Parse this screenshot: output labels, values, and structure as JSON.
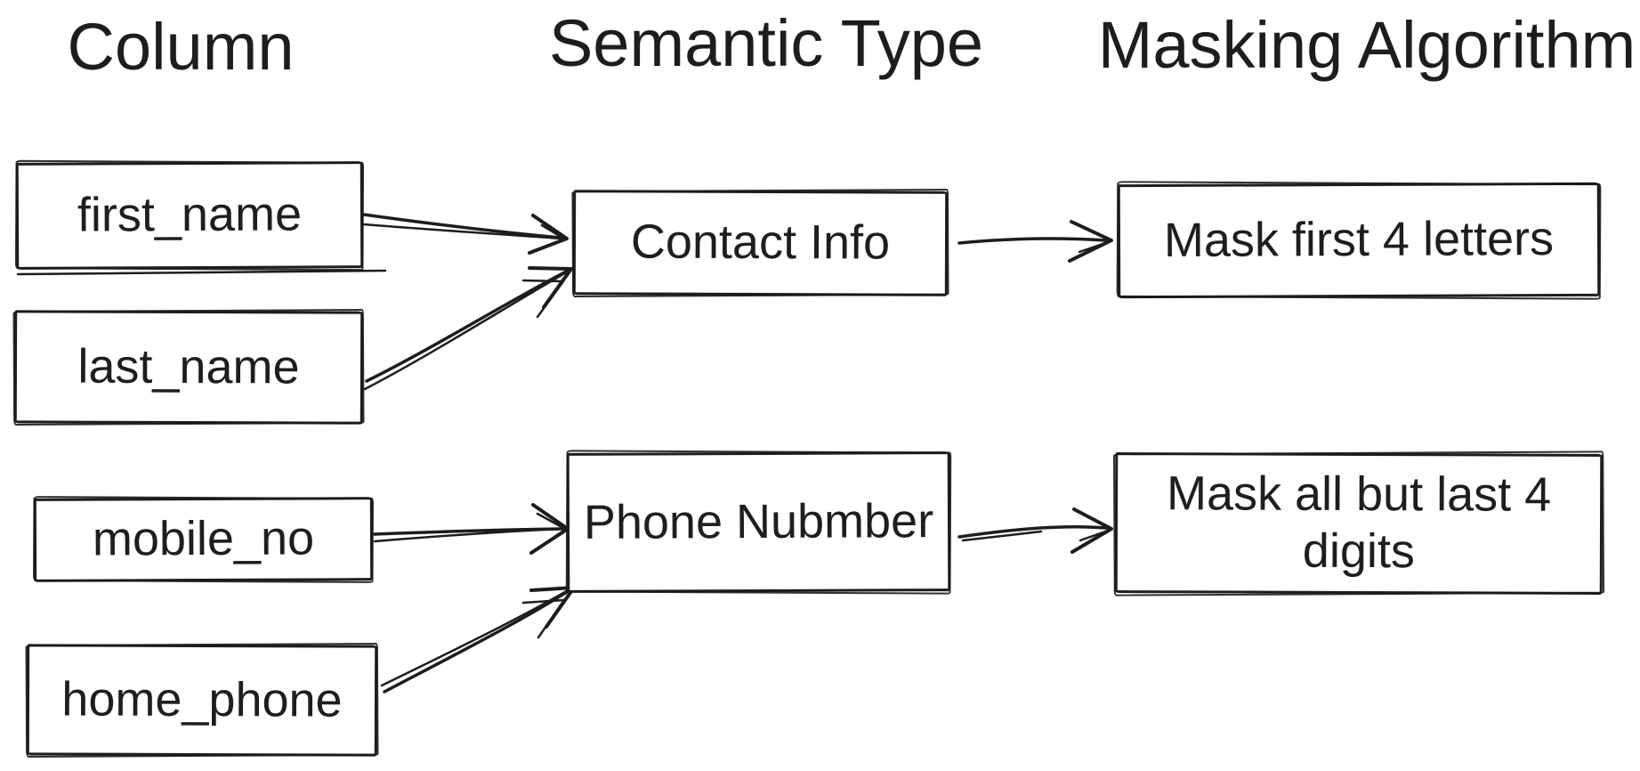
{
  "diagram": {
    "headers": {
      "column": "Column",
      "semantic_type": "Semantic Type",
      "masking_algorithm": "Masking Algorithm"
    },
    "columns": [
      "first_name",
      "last_name",
      "mobile_no",
      "home_phone"
    ],
    "semantic_types": [
      "Contact Info",
      "Phone Nubmber"
    ],
    "masking_algorithms": [
      "Mask first 4 letters",
      "Mask all but last 4 digits"
    ],
    "mappings": [
      {
        "from": "first_name",
        "to": "Contact Info"
      },
      {
        "from": "last_name",
        "to": "Contact Info"
      },
      {
        "from": "mobile_no",
        "to": "Phone Nubmber"
      },
      {
        "from": "home_phone",
        "to": "Phone Nubmber"
      },
      {
        "from": "Contact Info",
        "to": "Mask first 4 letters"
      },
      {
        "from": "Phone Nubmber",
        "to": "Mask all but last 4 digits"
      }
    ],
    "colors": {
      "ink": "#1d1d1d",
      "background": "#ffffff"
    }
  }
}
